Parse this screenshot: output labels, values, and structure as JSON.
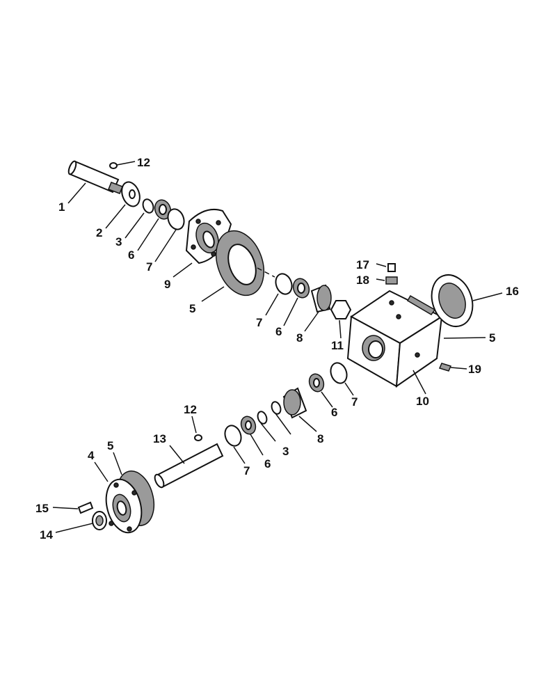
{
  "callouts": {
    "c1": "1",
    "c2": "2",
    "c3a": "3",
    "c3b": "3",
    "c4": "4",
    "c5a": "5",
    "c5b": "5",
    "c5c": "5",
    "c6a": "6",
    "c6b": "6",
    "c6c": "6",
    "c6d": "6",
    "c7a": "7",
    "c7b": "7",
    "c7c": "7",
    "c7d": "7",
    "c8a": "8",
    "c8b": "8",
    "c9": "9",
    "c10": "10",
    "c11": "11",
    "c12a": "12",
    "c12b": "12",
    "c13": "13",
    "c14": "14",
    "c15": "15",
    "c16": "16",
    "c17": "17",
    "c18": "18",
    "c19": "19"
  }
}
